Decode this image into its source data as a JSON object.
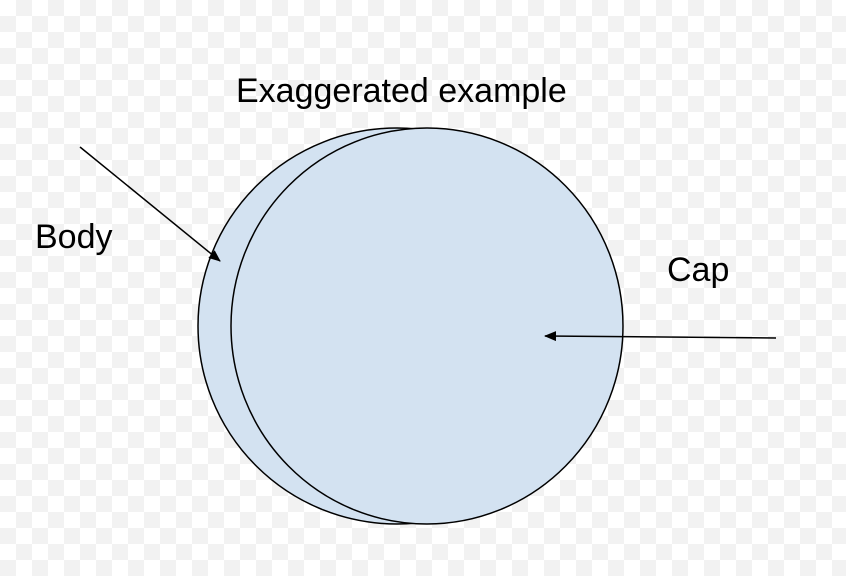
{
  "title": "Exaggerated example",
  "labels": {
    "body": "Body",
    "cap": "Cap"
  },
  "colors": {
    "fill": "#d3e2f1",
    "stroke": "#000000"
  }
}
